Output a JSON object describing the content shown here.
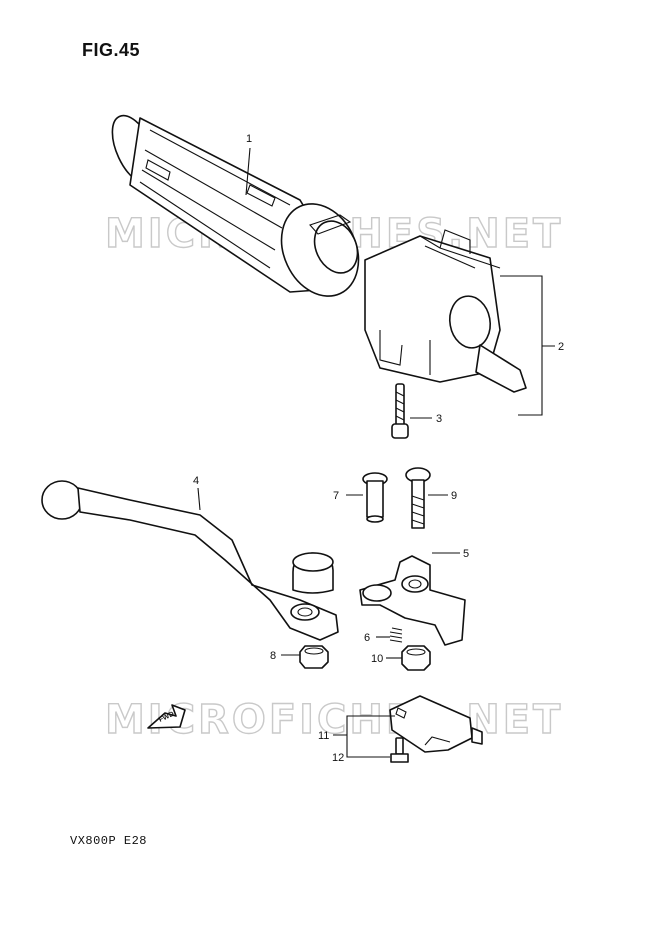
{
  "figure": {
    "title": "FIG.45",
    "model_code": "VX800P  E28"
  },
  "watermark": {
    "text": "MICROFICHES.NET"
  },
  "fwd_arrow": {
    "text": "FWD"
  },
  "part_labels": [
    "1",
    "2",
    "3",
    "4",
    "5",
    "6",
    "7",
    "8",
    "9",
    "10",
    "11",
    "12"
  ]
}
